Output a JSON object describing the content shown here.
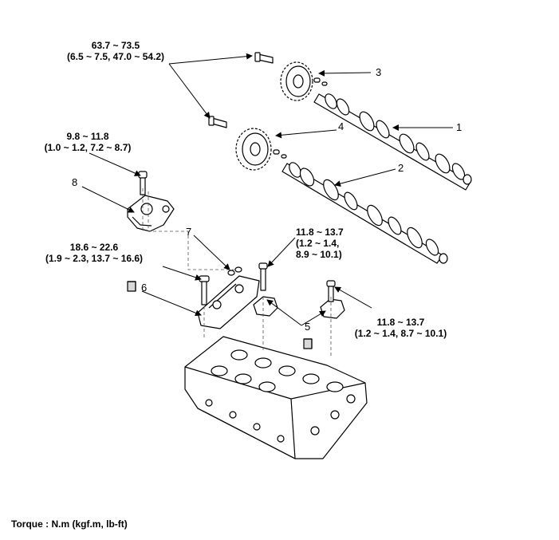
{
  "torque_specs": {
    "camshaft_bolts": {
      "line1": "63.7 ~ 73.5",
      "line2": "(6.5 ~ 7.5, 47.0 ~ 54.2)"
    },
    "ocv_bolt": {
      "line1": "9.8 ~ 11.8",
      "line2": "(1.0 ~ 1.2, 7.2 ~ 8.7)"
    },
    "front_cap_bolts": {
      "line1": "18.6 ~ 22.6",
      "line2": "(1.9 ~ 2.3, 13.7 ~ 16.6)"
    },
    "cap_bolts_upper": {
      "line1": "11.8 ~ 13.7",
      "line2": "(1.2 ~ 1.4,",
      "line3": "8.9 ~ 10.1)"
    },
    "cap_bolts_right": {
      "line1": "11.8 ~ 13.7",
      "line2": "(1.2 ~ 1.4, 8.7 ~ 10.1)"
    }
  },
  "callouts": [
    "1",
    "2",
    "3",
    "4",
    "5",
    "6",
    "7",
    "8"
  ],
  "footer": "Torque : N.m (kgf.m, lb-ft)",
  "colors": {
    "line": "#000000",
    "fill": "#ffffff",
    "shade": "#d9d9d9"
  }
}
